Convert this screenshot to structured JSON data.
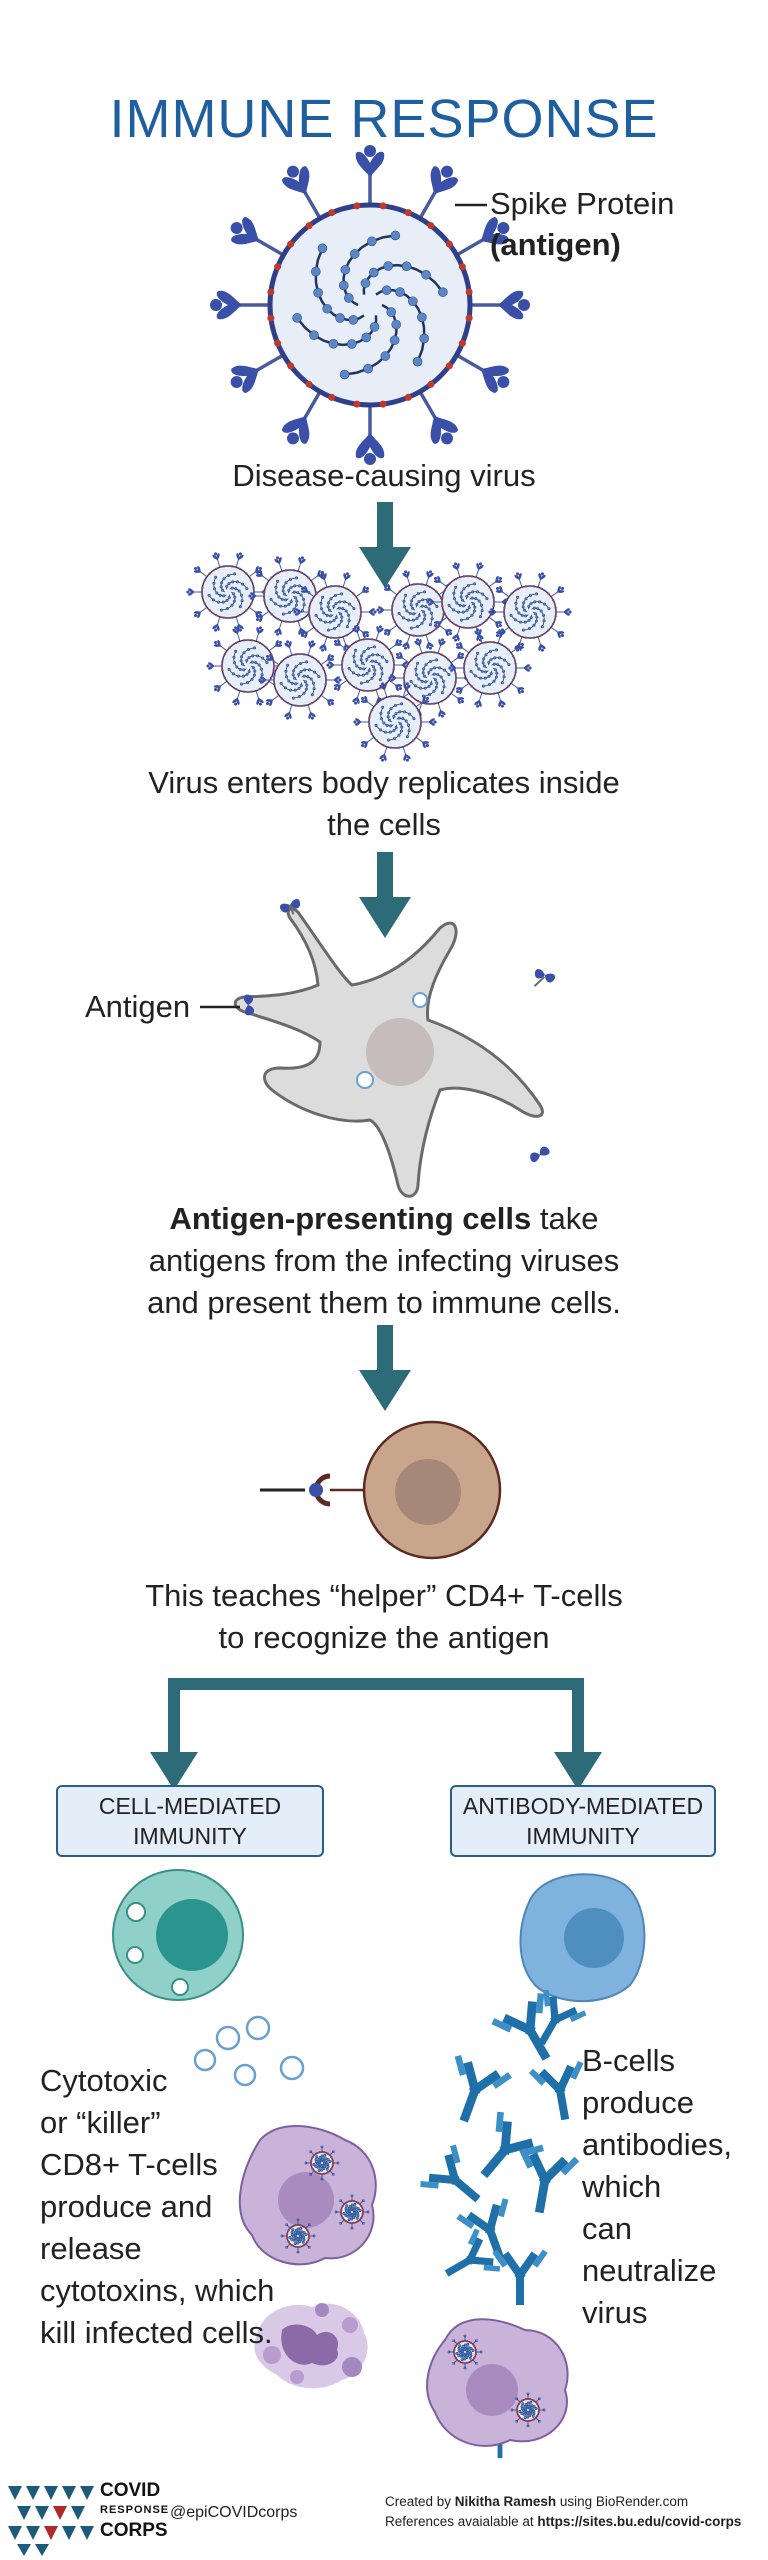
{
  "title": "IMMUNE RESPONSE",
  "virus": {
    "spike_label": "Spike Protein",
    "antigen_label": "(antigen)",
    "caption": "Disease-causing virus"
  },
  "replication": {
    "caption_line1": "Virus enters body replicates inside",
    "caption_line2": "the cells"
  },
  "apc": {
    "antigen_label": "Antigen",
    "caption_bold": "Antigen-presenting cells",
    "caption_rest": " take",
    "caption_line2": "antigens from the infecting viruses",
    "caption_line3": "and present them to immune cells."
  },
  "helper": {
    "caption_line1": "This teaches “helper” CD4+ T-cells",
    "caption_line2": "to recognize the antigen"
  },
  "branches": {
    "left": {
      "box_line1": "CELL-MEDIATED",
      "box_line2": "IMMUNITY",
      "text": [
        "Cytotoxic",
        "or “killer”",
        "CD8+ T-cells",
        "produce and",
        "release",
        "cytotoxins, which",
        "kill infected cells."
      ]
    },
    "right": {
      "box_line1": "ANTIBODY-MEDIATED",
      "box_line2": "IMMUNITY",
      "text": [
        "B-cells",
        "produce",
        "antibodies,",
        "which",
        "can",
        "neutralize",
        "virus"
      ]
    }
  },
  "footer": {
    "logo_line1": "COVID",
    "logo_line2": "RESPONSE",
    "logo_line3": "CORPS",
    "handle": "@epiCOVIDcorps",
    "created_prefix": "Created by ",
    "created_name": "Nikitha Ramesh",
    "created_suffix": " using BioRender.com",
    "refs_prefix": "References avaialable at ",
    "refs_url": "https://sites.bu.edu/covid-corps"
  },
  "colors": {
    "title": "#1f5fa0",
    "arrow": "#2e6b78",
    "virus_spike": "#3a4fa8",
    "virus_body": "#e8eef8",
    "apc_cell": "#dcdcdc",
    "helper_cell": "#c9a58c",
    "tcell": "#8fd0c8",
    "bcell": "#7fb3de",
    "infected_cell": "#c9b3d8",
    "antibody": "#1f6fa8"
  }
}
